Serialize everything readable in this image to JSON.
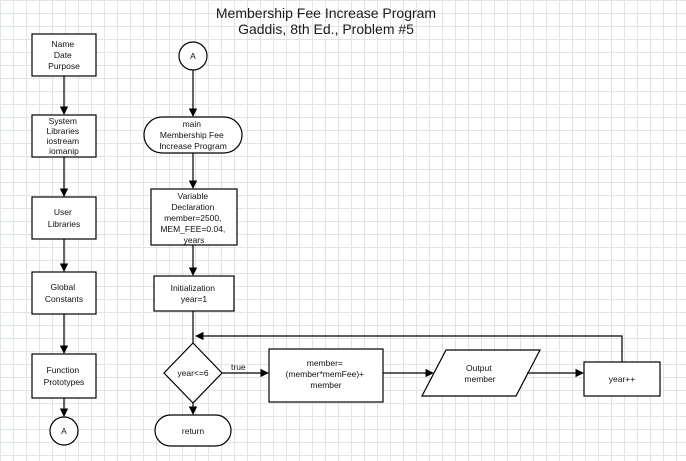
{
  "title": {
    "line1": "Membership Fee Increase Program",
    "line2": "Gaddis, 8th Ed., Problem #5"
  },
  "left_column": {
    "header_box": [
      "Name",
      "Date",
      "Purpose"
    ],
    "system_libraries": [
      "System",
      "Libraries",
      "iostream",
      "iomanip"
    ],
    "user_libraries": [
      "User",
      "Libraries"
    ],
    "global_constants": [
      "Global",
      "Constants"
    ],
    "function_prototypes": [
      "Function",
      "Prototypes"
    ],
    "connector_bottom": "A"
  },
  "main_column": {
    "connector_top": "A",
    "start_terminal": [
      "main",
      "Membership Fee",
      "Increase Program"
    ],
    "variable_declaration": [
      "Variable",
      "Declaration",
      "member=2500,",
      "MEM_FEE=0.04,",
      "years"
    ],
    "initialization": [
      "Initialization",
      "year=1"
    ],
    "decision": "year<=6",
    "true_label": "true",
    "process_member": [
      "member=",
      "(member*memFee)+",
      "member"
    ],
    "output": [
      "Output",
      "member"
    ],
    "increment": "year++",
    "return_terminal": "return"
  }
}
